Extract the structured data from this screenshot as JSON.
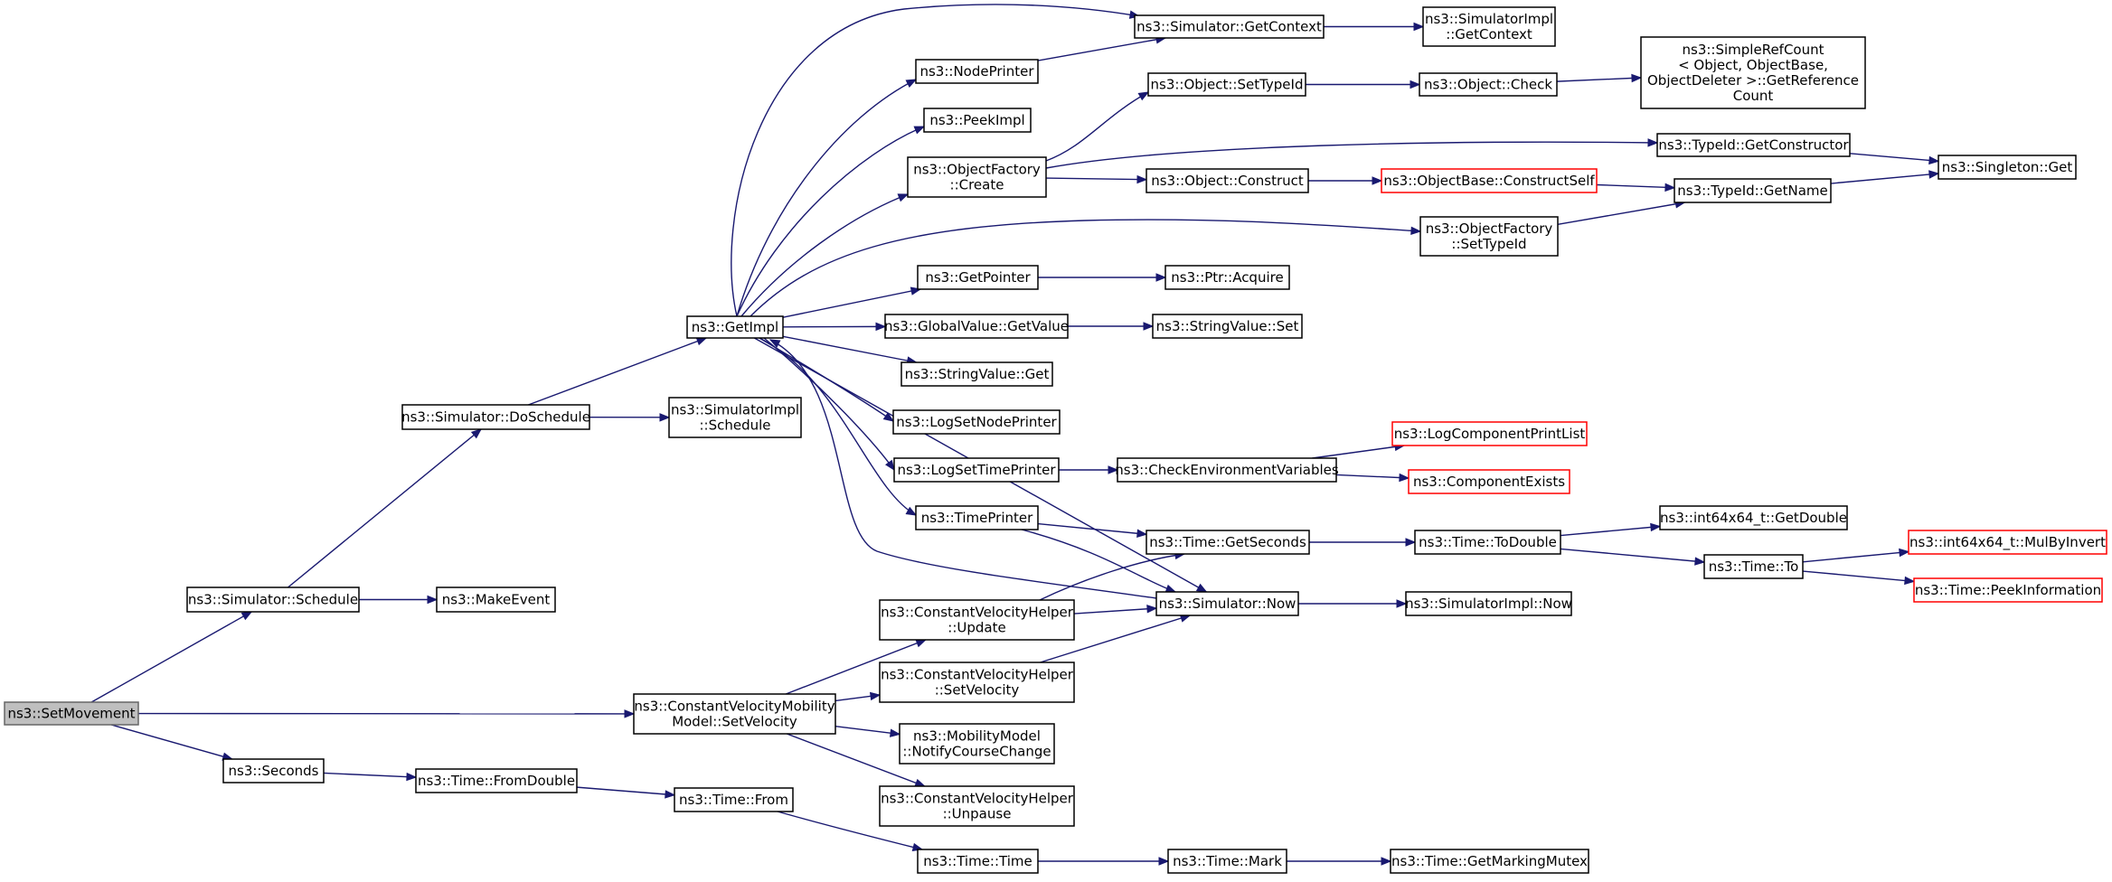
{
  "graph": {
    "nodes": [
      {
        "id": "root",
        "lines": [
          "ns3::SetMovement"
        ],
        "style": "root"
      },
      {
        "id": "sched",
        "lines": [
          "ns3::Simulator::Schedule"
        ]
      },
      {
        "id": "makeevent",
        "lines": [
          "ns3::MakeEvent"
        ]
      },
      {
        "id": "dosched",
        "lines": [
          "ns3::Simulator::DoSchedule"
        ]
      },
      {
        "id": "simimplsched",
        "lines": [
          "ns3::SimulatorImpl",
          "::Schedule"
        ]
      },
      {
        "id": "getimpl",
        "lines": [
          "ns3::GetImpl"
        ]
      },
      {
        "id": "getcontext",
        "lines": [
          "ns3::Simulator::GetContext"
        ]
      },
      {
        "id": "simimplgetcontext",
        "lines": [
          "ns3::SimulatorImpl",
          "::GetContext"
        ]
      },
      {
        "id": "nodeprinter",
        "lines": [
          "ns3::NodePrinter"
        ]
      },
      {
        "id": "peekimpl",
        "lines": [
          "ns3::PeekImpl"
        ]
      },
      {
        "id": "ofcreate",
        "lines": [
          "ns3::ObjectFactory",
          "::Create"
        ]
      },
      {
        "id": "setsettypeid",
        "lines": [
          "ns3::Object::SetTypeId"
        ]
      },
      {
        "id": "objcheck",
        "lines": [
          "ns3::Object::Check"
        ]
      },
      {
        "id": "simplerefcount",
        "lines": [
          "ns3::SimpleRefCount",
          "< Object, ObjectBase,",
          "ObjectDeleter >::GetReference",
          "Count"
        ]
      },
      {
        "id": "typeidgetctor",
        "lines": [
          "ns3::TypeId::GetConstructor"
        ]
      },
      {
        "id": "singletonget",
        "lines": [
          "ns3::Singleton::Get"
        ]
      },
      {
        "id": "objconstruct",
        "lines": [
          "ns3::Object::Construct"
        ]
      },
      {
        "id": "constructself",
        "lines": [
          "ns3::ObjectBase::ConstructSelf"
        ],
        "style": "red"
      },
      {
        "id": "typeidgetname",
        "lines": [
          "ns3::TypeId::GetName"
        ]
      },
      {
        "id": "ofsettypeid",
        "lines": [
          "ns3::ObjectFactory",
          "::SetTypeId"
        ]
      },
      {
        "id": "getpointer",
        "lines": [
          "ns3::GetPointer"
        ]
      },
      {
        "id": "ptracquire",
        "lines": [
          "ns3::Ptr::Acquire"
        ]
      },
      {
        "id": "gvgetvalue",
        "lines": [
          "ns3::GlobalValue::GetValue"
        ]
      },
      {
        "id": "strvalset",
        "lines": [
          "ns3::StringValue::Set"
        ]
      },
      {
        "id": "strvalget",
        "lines": [
          "ns3::StringValue::Get"
        ]
      },
      {
        "id": "logsetnodeprinter",
        "lines": [
          "ns3::LogSetNodePrinter"
        ]
      },
      {
        "id": "logsettimeprinter",
        "lines": [
          "ns3::LogSetTimePrinter"
        ]
      },
      {
        "id": "checkenv",
        "lines": [
          "ns3::CheckEnvironmentVariables"
        ]
      },
      {
        "id": "logcomplist",
        "lines": [
          "ns3::LogComponentPrintList"
        ],
        "style": "red"
      },
      {
        "id": "compexists",
        "lines": [
          "ns3::ComponentExists"
        ],
        "style": "red"
      },
      {
        "id": "timeprinter",
        "lines": [
          "ns3::TimePrinter"
        ]
      },
      {
        "id": "timegetseconds",
        "lines": [
          "ns3::Time::GetSeconds"
        ]
      },
      {
        "id": "timetodouble",
        "lines": [
          "ns3::Time::ToDouble"
        ]
      },
      {
        "id": "i64getdouble",
        "lines": [
          "ns3::int64x64_t::GetDouble"
        ]
      },
      {
        "id": "timeto",
        "lines": [
          "ns3::Time::To"
        ]
      },
      {
        "id": "mulbyinvert",
        "lines": [
          "ns3::int64x64_t::MulByInvert"
        ],
        "style": "red"
      },
      {
        "id": "peekinfo",
        "lines": [
          "ns3::Time::PeekInformation"
        ],
        "style": "red"
      },
      {
        "id": "simnow",
        "lines": [
          "ns3::Simulator::Now"
        ]
      },
      {
        "id": "simimplnow",
        "lines": [
          "ns3::SimulatorImpl::Now"
        ]
      },
      {
        "id": "cvhupdate",
        "lines": [
          "ns3::ConstantVelocityHelper",
          "::Update"
        ]
      },
      {
        "id": "cvhsetvel",
        "lines": [
          "ns3::ConstantVelocityHelper",
          "::SetVelocity"
        ]
      },
      {
        "id": "cvmmsetvel",
        "lines": [
          "ns3::ConstantVelocityMobility",
          "Model::SetVelocity"
        ]
      },
      {
        "id": "mmnotify",
        "lines": [
          "ns3::MobilityModel",
          "::NotifyCourseChange"
        ]
      },
      {
        "id": "cvhunpause",
        "lines": [
          "ns3::ConstantVelocityHelper",
          "::Unpause"
        ]
      },
      {
        "id": "seconds",
        "lines": [
          "ns3::Seconds"
        ]
      },
      {
        "id": "timefromdouble",
        "lines": [
          "ns3::Time::FromDouble"
        ]
      },
      {
        "id": "timefrom",
        "lines": [
          "ns3::Time::From"
        ]
      },
      {
        "id": "timetime",
        "lines": [
          "ns3::Time::Time"
        ]
      },
      {
        "id": "timemark",
        "lines": [
          "ns3::Time::Mark"
        ]
      },
      {
        "id": "getmarkingmutex",
        "lines": [
          "ns3::Time::GetMarkingMutex"
        ]
      }
    ],
    "edges": [
      [
        "root",
        "sched"
      ],
      [
        "root",
        "cvmmsetvel"
      ],
      [
        "root",
        "seconds"
      ],
      [
        "sched",
        "dosched"
      ],
      [
        "sched",
        "makeevent"
      ],
      [
        "dosched",
        "getimpl"
      ],
      [
        "dosched",
        "simimplsched"
      ],
      [
        "getimpl",
        "getcontext"
      ],
      [
        "getimpl",
        "nodeprinter"
      ],
      [
        "getimpl",
        "peekimpl"
      ],
      [
        "getimpl",
        "ofcreate"
      ],
      [
        "getimpl",
        "ofsettypeid"
      ],
      [
        "getimpl",
        "getpointer"
      ],
      [
        "getimpl",
        "gvgetvalue"
      ],
      [
        "getimpl",
        "strvalget"
      ],
      [
        "getimpl",
        "logsetnodeprinter"
      ],
      [
        "getimpl",
        "logsettimeprinter"
      ],
      [
        "getimpl",
        "timeprinter"
      ],
      [
        "getimpl",
        "simnow"
      ],
      [
        "getcontext",
        "simimplgetcontext"
      ],
      [
        "nodeprinter",
        "getcontext"
      ],
      [
        "ofcreate",
        "setsettypeid"
      ],
      [
        "ofcreate",
        "typeidgetctor"
      ],
      [
        "ofcreate",
        "objconstruct"
      ],
      [
        "setsettypeid",
        "objcheck"
      ],
      [
        "objcheck",
        "simplerefcount"
      ],
      [
        "typeidgetctor",
        "singletonget"
      ],
      [
        "objconstruct",
        "constructself"
      ],
      [
        "constructself",
        "typeidgetname"
      ],
      [
        "typeidgetname",
        "singletonget"
      ],
      [
        "ofsettypeid",
        "typeidgetname"
      ],
      [
        "getpointer",
        "ptracquire"
      ],
      [
        "gvgetvalue",
        "strvalset"
      ],
      [
        "logsettimeprinter",
        "checkenv"
      ],
      [
        "checkenv",
        "logcomplist"
      ],
      [
        "checkenv",
        "compexists"
      ],
      [
        "timeprinter",
        "timegetseconds"
      ],
      [
        "timeprinter",
        "simnow"
      ],
      [
        "timegetseconds",
        "timetodouble"
      ],
      [
        "timetodouble",
        "i64getdouble"
      ],
      [
        "timetodouble",
        "timeto"
      ],
      [
        "timeto",
        "mulbyinvert"
      ],
      [
        "timeto",
        "peekinfo"
      ],
      [
        "simnow",
        "simimplnow"
      ],
      [
        "simnow",
        "getimpl"
      ],
      [
        "cvhupdate",
        "timegetseconds"
      ],
      [
        "cvhupdate",
        "simnow"
      ],
      [
        "cvhsetvel",
        "simnow"
      ],
      [
        "cvmmsetvel",
        "cvhupdate"
      ],
      [
        "cvmmsetvel",
        "cvhsetvel"
      ],
      [
        "cvmmsetvel",
        "mmnotify"
      ],
      [
        "cvmmsetvel",
        "cvhunpause"
      ],
      [
        "seconds",
        "timefromdouble"
      ],
      [
        "timefromdouble",
        "timefrom"
      ],
      [
        "timefrom",
        "timetime"
      ],
      [
        "timetime",
        "timemark"
      ],
      [
        "timemark",
        "getmarkingmutex"
      ]
    ]
  }
}
